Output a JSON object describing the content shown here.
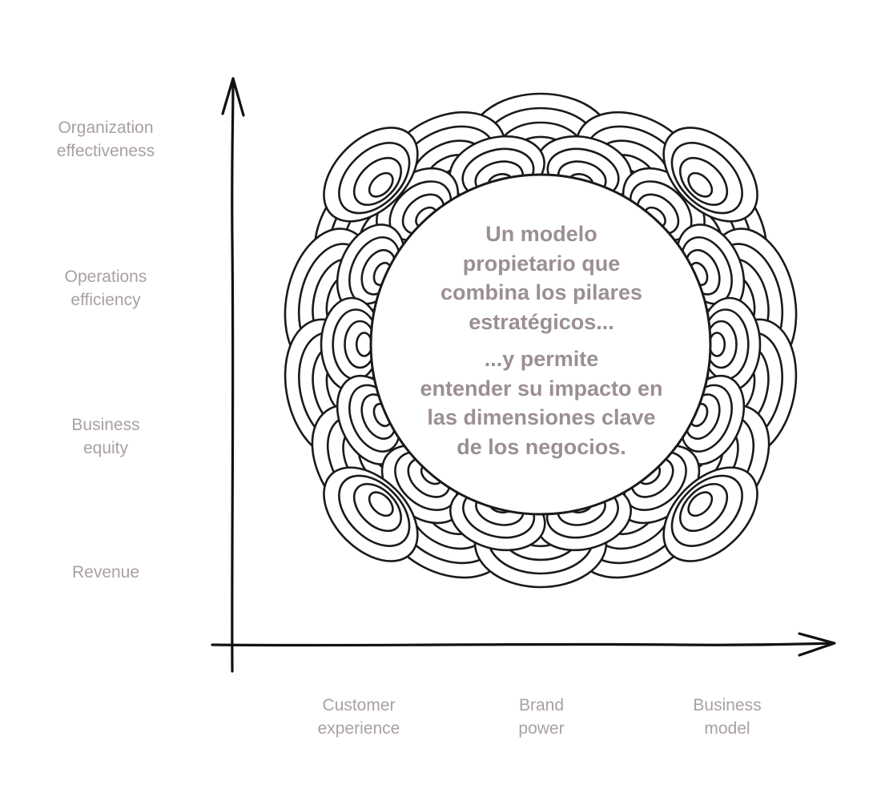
{
  "y_axis": {
    "labels": [
      "Organization\neffectiveness",
      "Operations\nefficiency",
      "Business\nequity",
      "Revenue"
    ]
  },
  "x_axis": {
    "labels": [
      "Customer\nexperience",
      "Brand\npower",
      "Business\nmodel"
    ]
  },
  "center": {
    "text_part1": "Un modelo\npropietario que\ncombina los pilares\nestratégicos...",
    "text_part2": "...y permite\nentender su impacto en\nlas dimensiones clave\nde los negocios."
  },
  "colors": {
    "label_text": "#a9a0a3",
    "center_text": "#9b8f93",
    "line": "#1a1a1a"
  }
}
